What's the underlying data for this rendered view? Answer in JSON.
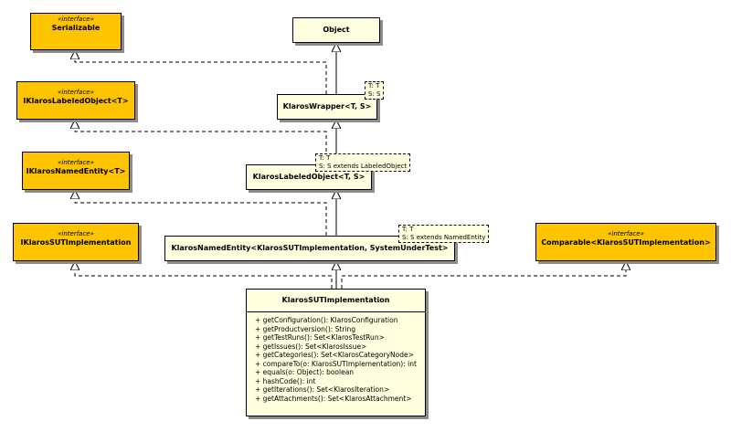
{
  "colors": {
    "interface_fill": "#ffc400",
    "class_fill": "#ffffe0",
    "line": "#000000",
    "shadow": "#8c8c8c"
  },
  "interfaces": {
    "serializable": {
      "stereotype": "«interface»",
      "name": "Serializable"
    },
    "iklaros_labeled_object": {
      "stereotype": "«interface»",
      "name": "IKlarosLabeledObject<T>"
    },
    "iklaros_named_entity": {
      "stereotype": "«interface»",
      "name": "IKlarosNamedEntity<T>"
    },
    "iklaros_sut_implementation": {
      "stereotype": "«interface»",
      "name": "IKlarosSUTImplementation"
    },
    "comparable": {
      "stereotype": "«interface»",
      "name": "Comparable<KlarosSUTImplementation>"
    }
  },
  "classes": {
    "object": {
      "name": "Object"
    },
    "klaros_wrapper": {
      "name": "KlarosWrapper<T, S>",
      "type_params": [
        "T: T",
        "S: S"
      ]
    },
    "klaros_labeled_object": {
      "name": "KlarosLabeledObject<T, S>",
      "type_params": [
        "T: T",
        "S: S extends LabeledObject"
      ]
    },
    "klaros_named_entity": {
      "name": "KlarosNamedEntity<KlarosSUTImplementation, SystemUnderTest>",
      "type_params": [
        "T: T",
        "S: S extends NamedEntity"
      ]
    },
    "klaros_sut_implementation": {
      "name": "KlarosSUTImplementation",
      "operations": [
        "+ getConfiguration(): KlarosConfiguration",
        "+ getProductversion(): String",
        "+ getTestRuns(): Set<KlarosTestRun>",
        "+ getIssues(): Set<KlarosIssue>",
        "+ getCategories(): Set<KlarosCategoryNode>",
        "+ compareTo(o: KlarosSUTImplementation): int",
        "+ equals(o: Object): boolean",
        "+ hashCode(): int",
        "+ getIterations(): Set<KlarosIteration>",
        "+ getAttachments(): Set<KlarosAttachment>"
      ]
    }
  }
}
